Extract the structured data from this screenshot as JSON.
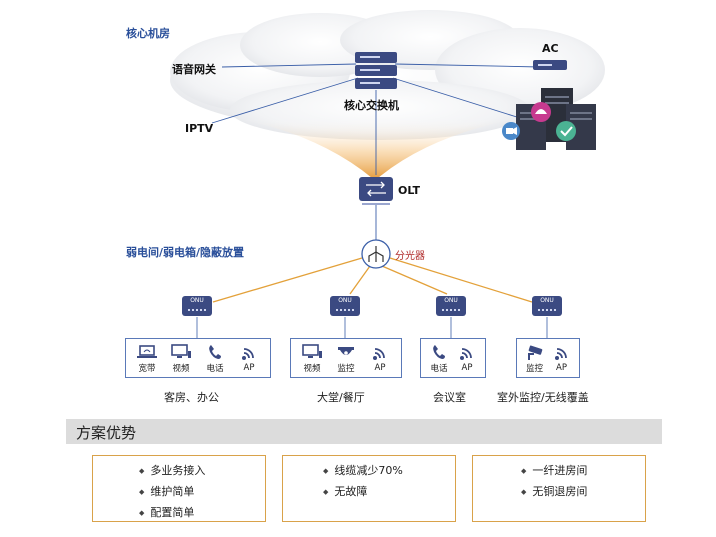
{
  "labels": {
    "core_room": "核心机房",
    "voice_gateway": "语音网关",
    "ac": "AC",
    "core_switch": "核心交换机",
    "iptv": "IPTV",
    "olt": "OLT",
    "weak_room": "弱电间/弱电箱/隐蔽放置",
    "splitter": "分光器",
    "onu": "ONU"
  },
  "groups": [
    {
      "devices": [
        {
          "label": "宽带",
          "icon": "laptop-icon"
        },
        {
          "label": "视频",
          "icon": "tv-icon"
        },
        {
          "label": "电话",
          "icon": "phone-icon"
        },
        {
          "label": "AP",
          "icon": "wifi-icon"
        }
      ],
      "caption": "客房、办公"
    },
    {
      "devices": [
        {
          "label": "视频",
          "icon": "tv-icon"
        },
        {
          "label": "监控",
          "icon": "dome-camera-icon"
        },
        {
          "label": "AP",
          "icon": "wifi-icon"
        }
      ],
      "caption": "大堂/餐厅"
    },
    {
      "devices": [
        {
          "label": "电话",
          "icon": "phone-icon"
        },
        {
          "label": "AP",
          "icon": "wifi-icon"
        }
      ],
      "caption": "会议室"
    },
    {
      "devices": [
        {
          "label": "监控",
          "icon": "bullet-camera-icon"
        },
        {
          "label": "AP",
          "icon": "wifi-icon"
        }
      ],
      "caption": "室外监控/无线覆盖"
    }
  ],
  "advantages": {
    "title": "方案优势",
    "boxes": [
      [
        "多业务接入",
        "维护简单",
        "配置简单"
      ],
      [
        "线缆减少70%",
        "无故障"
      ],
      [
        "一纤进房间",
        "无铜退房间"
      ]
    ]
  },
  "colors": {
    "blue_label": "#2a4f9a",
    "fiber": "#e3a13a",
    "link": "#3b5fa8",
    "device": "#3b4a82"
  }
}
